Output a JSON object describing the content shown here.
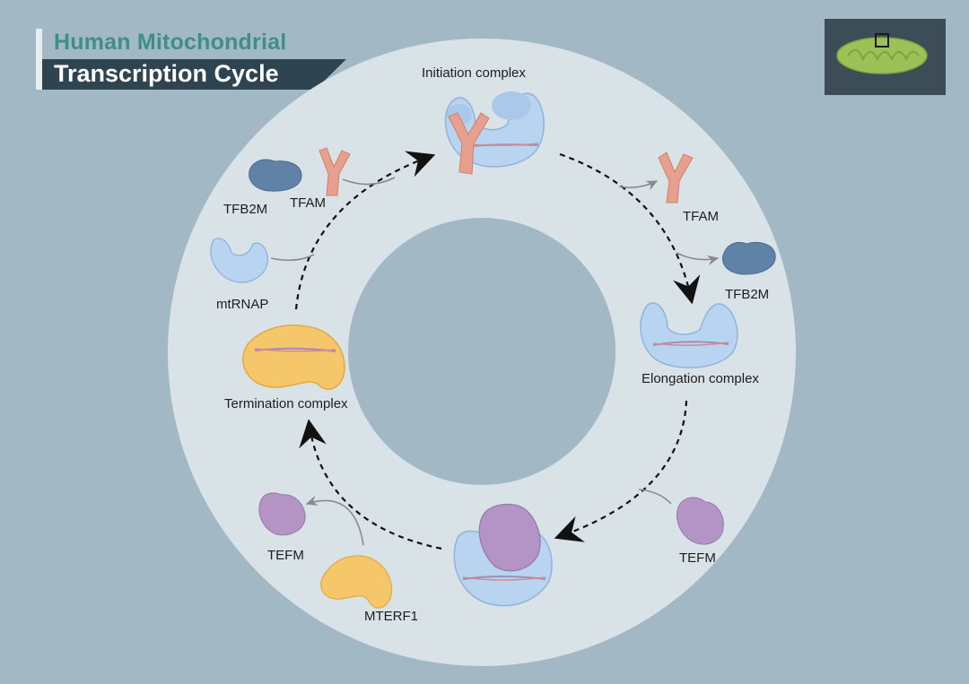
{
  "header": {
    "title_line1": "Human Mitochondrial",
    "title_line2": "Transcription Cycle"
  },
  "labels": {
    "initiation_complex": "Initiation complex",
    "elongation_complex": "Elongation complex",
    "termination_complex": "Termination complex",
    "tfam_left": "TFAM",
    "tfb2m_left": "TFB2M",
    "mtrnap": "mtRNAP",
    "tfam_right": "TFAM",
    "tfb2m_right": "TFB2M",
    "tefm_right": "TEFM",
    "tefm_left": "TEFM",
    "mterf1": "MTERF1"
  },
  "icons": {
    "logo": "mitochondrion-icon"
  },
  "colors": {
    "background": "#a2b9c5",
    "ring": "#d9e3e7",
    "rnap_blue": "#b8d4f0",
    "tfb2m_blue": "#5f82a6",
    "tfam_salmon": "#e8a08e",
    "tefm_purple": "#b394c4",
    "mterf1_yellow": "#f6c66b",
    "title_teal": "#3f8f85",
    "title_dark": "#2e4450"
  }
}
